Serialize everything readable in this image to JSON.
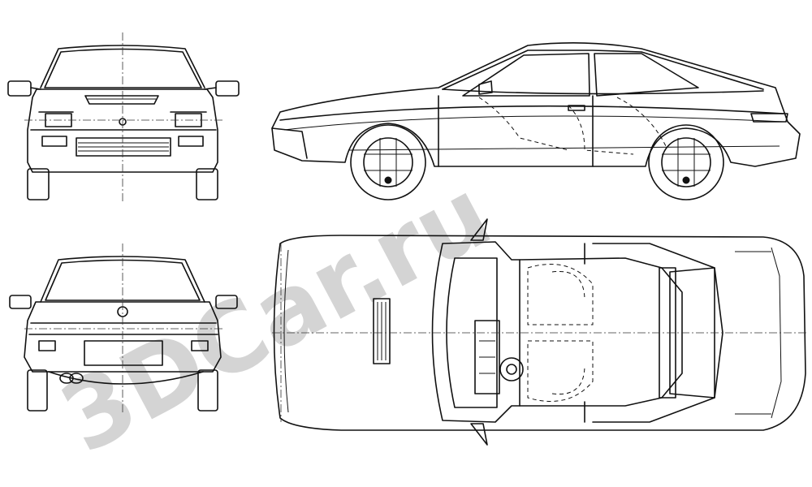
{
  "watermark": {
    "text": "3DCar.ru",
    "color": "#d4d4d4"
  },
  "views": [
    {
      "name": "front-view"
    },
    {
      "name": "rear-view"
    },
    {
      "name": "side-view"
    },
    {
      "name": "top-view"
    }
  ]
}
